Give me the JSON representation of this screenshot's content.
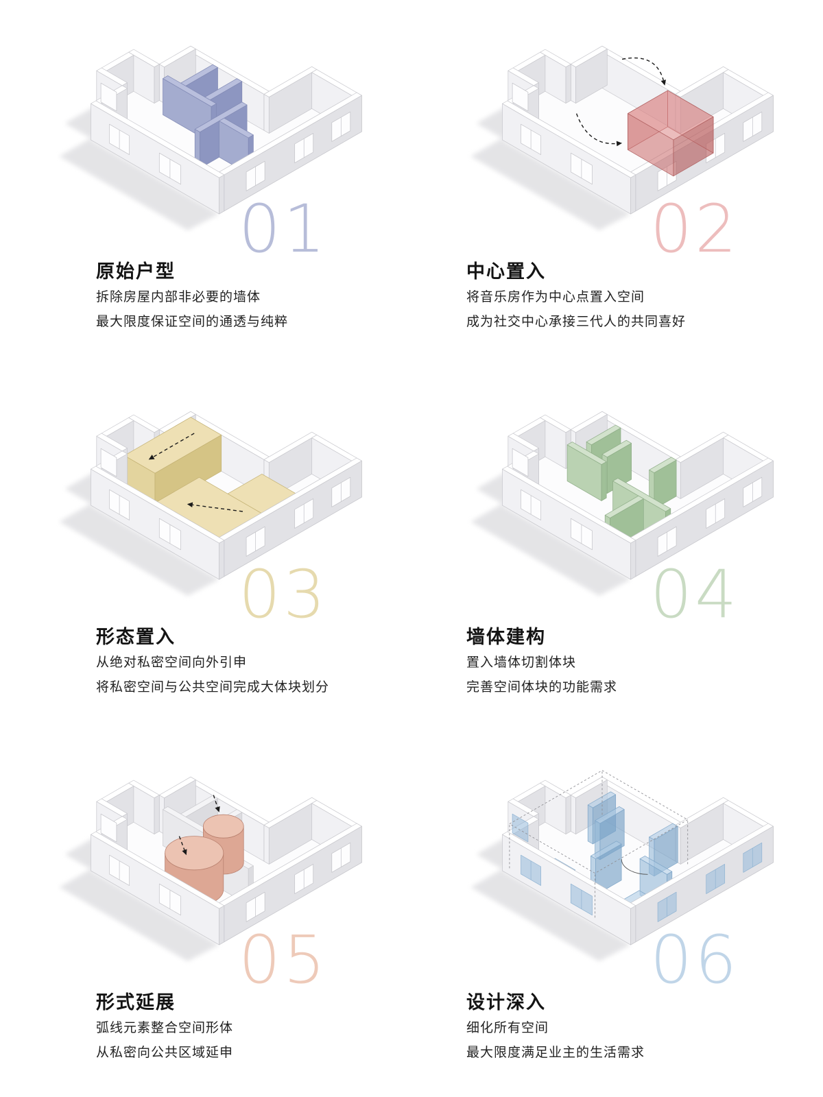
{
  "page": {
    "background": "#ffffff"
  },
  "steps": [
    {
      "number": "01",
      "number_color": "#b7bdd9",
      "title": "原始户型",
      "desc1": "拆除房屋内部非必要的墙体",
      "desc2": "最大限度保证空间的通透与纯粹",
      "palette": {
        "top": "#b9bfdd",
        "left": "#a4accf",
        "right": "#8d96c1",
        "stroke": "#8089b4"
      }
    },
    {
      "number": "02",
      "number_color": "#edbdbd",
      "title": "中心置入",
      "desc1": "将音乐房作为中心点置入空间",
      "desc2": "成为社交中心承接三代人的共同喜好",
      "palette": {
        "top": "rgba(217,125,125,0.5)",
        "left": "rgba(200,103,103,0.55)",
        "right": "rgba(180,86,86,0.6)",
        "backA": "rgba(214,130,130,0.25)",
        "backB": "rgba(214,130,130,0.3)",
        "stroke": "#b06262"
      }
    },
    {
      "number": "03",
      "number_color": "#e6daae",
      "title": "形态置入",
      "desc1": "从绝对私密空间向外引申",
      "desc2": "将私密空间与公共空间完成大体块划分",
      "palette": {
        "top": "#eee0b4",
        "left": "#e3d49e",
        "right": "#d5c485",
        "stroke": "#c3b173"
      }
    },
    {
      "number": "04",
      "number_color": "#c9dbc3",
      "title": "墙体建构",
      "desc1": "置入墙体切割体块",
      "desc2": "完善空间体块的功能需求",
      "palette": {
        "top": "#d2e2cc",
        "left": "#bad2b2",
        "right": "#a0c098",
        "stroke": "#8dac86"
      }
    },
    {
      "number": "05",
      "number_color": "#eecab9",
      "title": "形式延展",
      "desc1": "弧线元素整合空间形体",
      "desc2": "从私密向公共区域延申",
      "palette": {
        "top": "#ecc3b2",
        "left": "#dda794",
        "right": "#cf9480",
        "stroke": "#ba8270"
      }
    },
    {
      "number": "06",
      "number_color": "#c0d5e8",
      "title": "设计深入",
      "desc1": "细化所有空间",
      "desc2": "最大限度满足业主的生活需求",
      "palette": {
        "top": "rgba(176,205,230,0.6)",
        "left": "rgba(146,183,215,0.6)",
        "right": "rgba(122,163,200,0.65)",
        "stroke": "#7fa6c8"
      }
    }
  ]
}
